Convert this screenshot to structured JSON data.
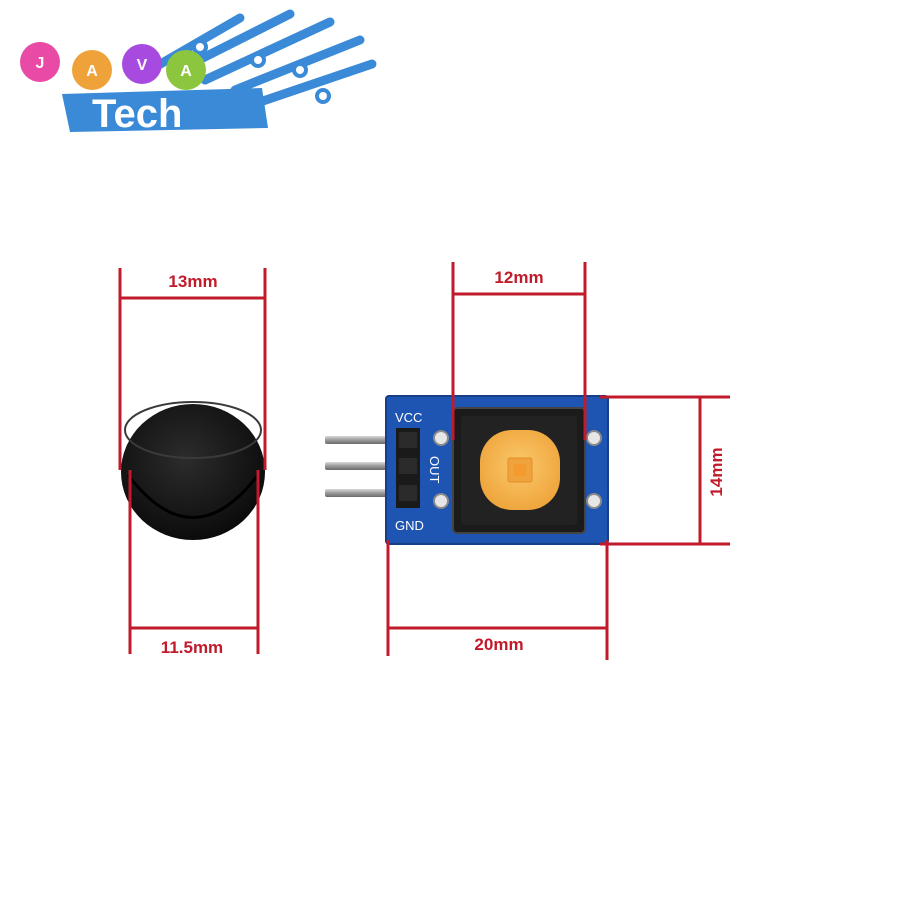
{
  "logo": {
    "letters": [
      "J",
      "A",
      "V",
      "A"
    ],
    "word": "Tech",
    "colors": [
      "#e84aa6",
      "#f0a23a",
      "#a64ae0",
      "#8cc63f",
      "#3a8ad8"
    ]
  },
  "dimensions": {
    "cap_top_width": "13mm",
    "cap_bottom_width": "11.5mm",
    "switch_width": "12mm",
    "board_height": "14mm",
    "board_width": "20mm"
  },
  "silkscreen": {
    "vcc": "VCC",
    "out": "OUT",
    "gnd": "GND"
  },
  "colors": {
    "dimension_line": "#c11a2b",
    "pcb": "#1e55b3",
    "cap": "#111111",
    "switch_button": "#f6b54a"
  }
}
